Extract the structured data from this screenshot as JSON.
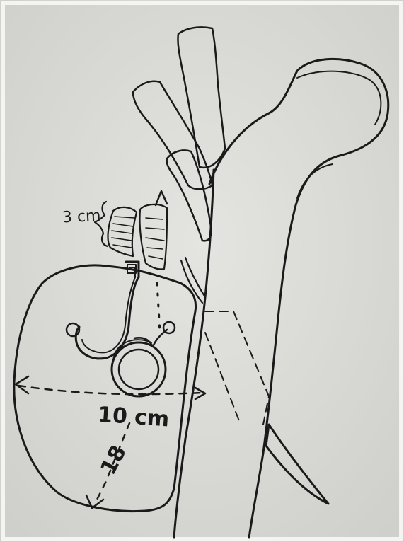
{
  "annotations": {
    "depth_label": "3 cm",
    "width_label": "10 cm",
    "height_label": "18"
  },
  "colors": {
    "paper": "#d9d9d6",
    "ink": "#1a1a1a"
  }
}
